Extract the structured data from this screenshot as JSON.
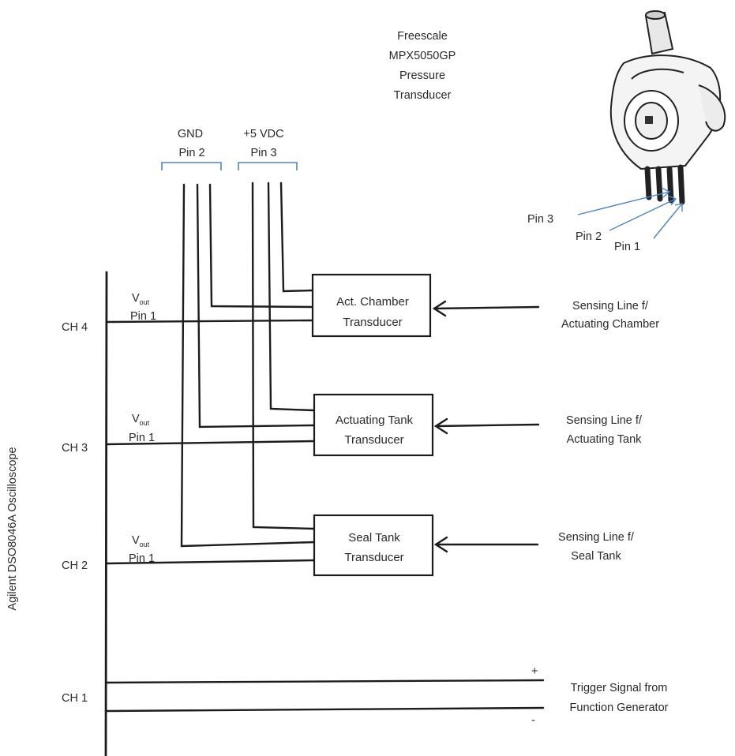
{
  "sensor": {
    "title_lines": [
      "Freescale",
      "MPX5050GP",
      "Pressure",
      "Transducer"
    ],
    "pin_labels": [
      "Pin 3",
      "Pin 2",
      "Pin 1"
    ]
  },
  "power": {
    "gnd": [
      "GND",
      "Pin 2"
    ],
    "vdc": [
      "+5 VDC",
      "Pin 3"
    ]
  },
  "scope": {
    "label": "Agilent DSO8046A Oscilloscope",
    "channels": [
      "CH 4",
      "CH 3",
      "CH 2",
      "CH 1"
    ]
  },
  "vout": {
    "main": "V",
    "sub": "out",
    "pin": "Pin 1"
  },
  "transducers": [
    {
      "lines": [
        "Act. Chamber",
        "Transducer"
      ],
      "sensing": [
        "Sensing Line f/",
        "Actuating Chamber"
      ]
    },
    {
      "lines": [
        "Actuating Tank",
        "Transducer"
      ],
      "sensing": [
        "Sensing Line f/",
        "Actuating Tank"
      ]
    },
    {
      "lines": [
        "Seal Tank",
        "Transducer"
      ],
      "sensing": [
        "Sensing Line f/",
        "Seal Tank"
      ]
    }
  ],
  "trigger": {
    "lines": [
      "Trigger Signal from",
      "Function Generator"
    ],
    "plus": "+",
    "minus": "-"
  }
}
